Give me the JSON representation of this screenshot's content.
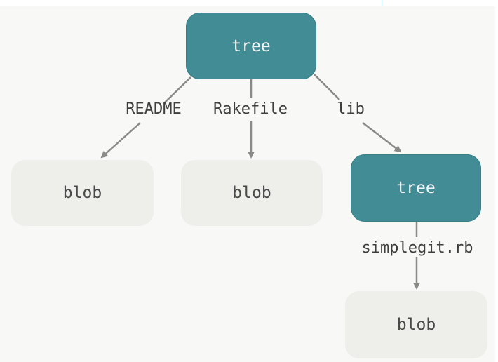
{
  "nodes": {
    "root_tree": "tree",
    "blob_readme": "blob",
    "blob_rakefile": "blob",
    "lib_tree": "tree",
    "blob_simplegit": "blob"
  },
  "edges": {
    "readme": "README",
    "rakefile": "Rakefile",
    "lib": "lib",
    "simplegit": "simplegit.rb"
  },
  "colors": {
    "tree_fill": "#428c96",
    "blob_fill": "#eeeeeb",
    "arrow": "#8a8a86",
    "background": "#f8f8f7"
  }
}
